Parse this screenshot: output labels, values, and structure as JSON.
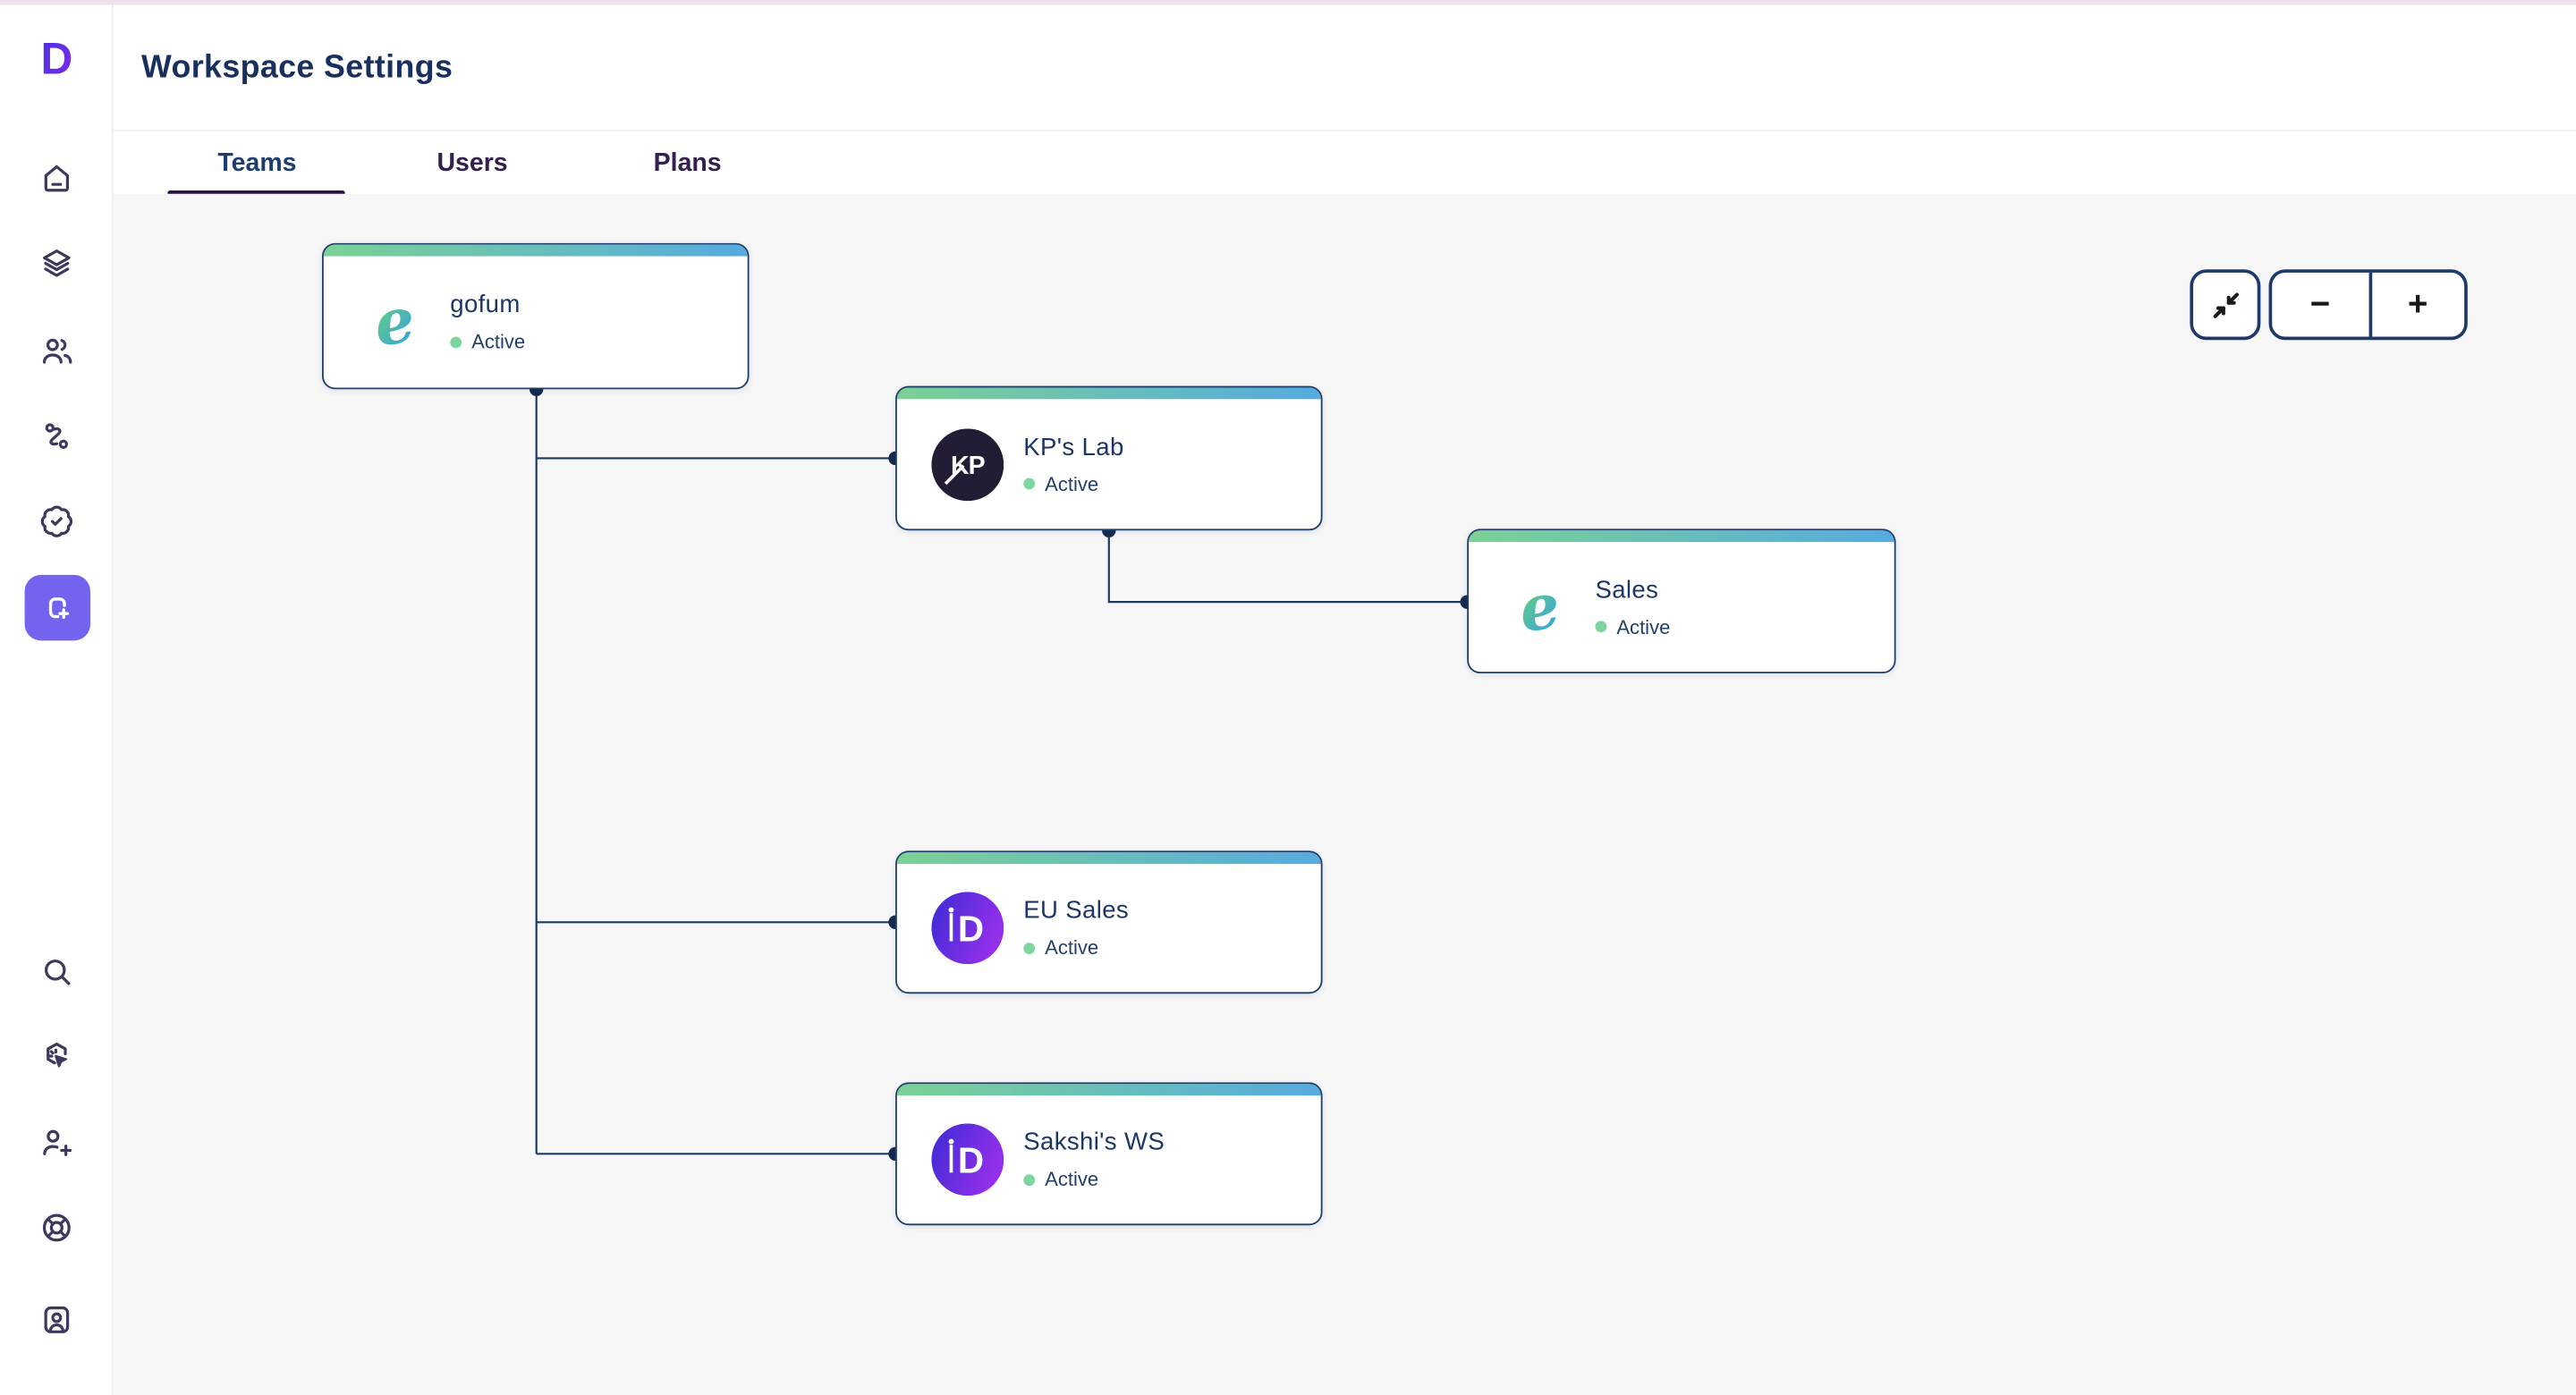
{
  "header": {
    "title": "Workspace Settings"
  },
  "tabs": [
    {
      "label": "Teams",
      "active": true
    },
    {
      "label": "Users",
      "active": false
    },
    {
      "label": "Plans",
      "active": false
    }
  ],
  "sidebar": {
    "logo": {
      "letter": "D"
    },
    "nav_top": [
      "home",
      "layers",
      "users",
      "route",
      "badge-check",
      "add-workspace"
    ],
    "active_item": "add-workspace",
    "nav_bottom": [
      "search",
      "interactive-click",
      "user-plus",
      "help-lifebuoy",
      "contact-card"
    ]
  },
  "org_chart": {
    "teams": [
      {
        "name": "gofum",
        "status": "Active",
        "logo_type": "e-gradient",
        "logo_text": "e"
      },
      {
        "name": "KP's Lab",
        "status": "Active",
        "logo_type": "kp-dark",
        "logo_text": "KP"
      },
      {
        "name": "Sales",
        "status": "Active",
        "logo_type": "e-gradient",
        "logo_text": "e"
      },
      {
        "name": "EU Sales",
        "status": "Active",
        "logo_type": "d-purple",
        "logo_text": "D"
      },
      {
        "name": "Sakshi's WS",
        "status": "Active",
        "logo_type": "d-purple",
        "logo_text": "D"
      }
    ],
    "hierarchy": {
      "gofum": [
        "KP's Lab",
        "EU Sales",
        "Sakshi's WS"
      ],
      "KP's Lab": [
        "Sales"
      ]
    },
    "controls": {
      "zoom_out": "−",
      "zoom_in": "+"
    }
  },
  "colors": {
    "top_accent": "#efe1ea",
    "accent_purple": "#7463ef",
    "card_border": "#20406b",
    "card_gradient_start": "#7bd194",
    "card_gradient_end": "#55abdf",
    "status_green": "#7dd6a0",
    "text_navy": "#1c3765",
    "tab_underline": "#2a1047",
    "canvas_bg": "#f7f7f8"
  }
}
